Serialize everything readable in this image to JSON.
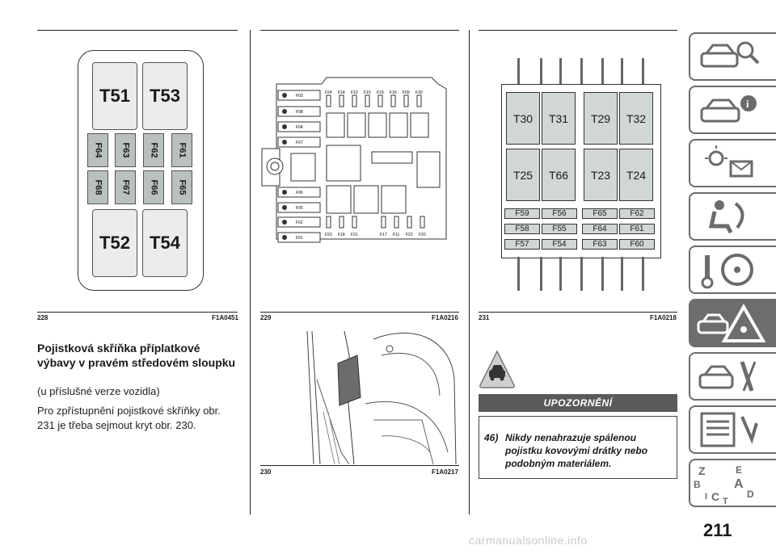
{
  "figures": {
    "f228": {
      "number": "228",
      "code": "F1A0451",
      "top": [
        "T51",
        "T53"
      ],
      "bottom": [
        "T52",
        "T54"
      ],
      "fuse_row1": [
        "F64",
        "F63",
        "F62",
        "F61"
      ],
      "fuse_row2": [
        "F68",
        "F67",
        "F66",
        "F65"
      ]
    },
    "f229": {
      "number": "229",
      "code": "F1A0216",
      "left_fuses": [
        "F03",
        "F08",
        "F04",
        "F07",
        "F06",
        "F05",
        "F02",
        "F01"
      ],
      "top_labels": [
        "F24",
        "F14",
        "F10",
        "F15",
        "F19",
        "F16",
        "F09",
        "F30"
      ],
      "bottom_labels": [
        "F23",
        "F18",
        "F21",
        "F17",
        "F11",
        "F22",
        "F20"
      ]
    },
    "f230": {
      "number": "230",
      "code": "F1A0217"
    },
    "f231": {
      "number": "231",
      "code": "F1A0218",
      "relays_row1": [
        "T30",
        "T31",
        "T29",
        "T32"
      ],
      "relays_row2": [
        "T25",
        "T66",
        "T23",
        "T24"
      ],
      "fuses_row1": [
        "F59",
        "F56",
        "F65",
        "F62"
      ],
      "fuses_row2": [
        "F58",
        "F55",
        "F64",
        "F61"
      ],
      "fuses_row3": [
        "F57",
        "F54",
        "F63",
        "F60"
      ]
    }
  },
  "text": {
    "heading": "Pojistková skříňka příplatkové výbavy v pravém středovém sloupku",
    "subheading": "(u příslušné verze vozidla)",
    "paragraph": "Pro zpřístupnění pojistkové skříňky obr. 231 je třeba sejmout kryt obr. 230."
  },
  "warning": {
    "title": "UPOZORNĚNÍ",
    "number": "46)",
    "line1": "Nikdy nenahrazuje spálenou",
    "line2": "pojistku kovovými drátky nebo",
    "line3": "podobným materiálem."
  },
  "sidebar": {
    "tabs": [
      {
        "icon": "car-search-icon"
      },
      {
        "icon": "car-info-icon"
      },
      {
        "icon": "warning-lights-icon"
      },
      {
        "icon": "seat-airbag-icon"
      },
      {
        "icon": "steering-key-icon"
      },
      {
        "icon": "car-emergency-icon"
      },
      {
        "icon": "car-tools-icon"
      },
      {
        "icon": "specs-list-icon"
      },
      {
        "icon": "alphabet-index-icon"
      }
    ],
    "index_letters": [
      "Z",
      "E",
      "B",
      "A",
      "I",
      "C",
      "T",
      "D"
    ],
    "accent": "#6d6d6d"
  },
  "page_number": "211",
  "watermark": "carmanualsonline.info"
}
